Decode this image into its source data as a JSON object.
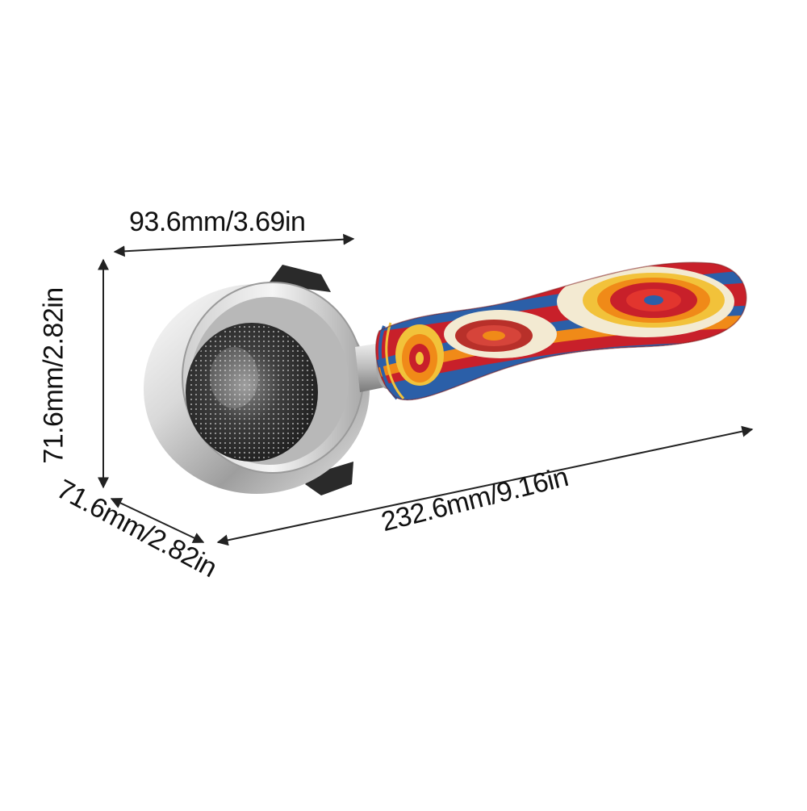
{
  "dimensions": {
    "top_width": "93.6mm/3.69in",
    "left_height": "71.6mm/2.82in",
    "depth": "71.6mm/2.82in",
    "length": "232.6mm/9.16in"
  },
  "colors": {
    "background": "#ffffff",
    "steel_light": "#f2f2f2",
    "steel_mid": "#bdbdbd",
    "steel_dark": "#4a4a4a",
    "wood_red": "#c8202a",
    "wood_orange": "#f08a18",
    "wood_yellow": "#f2c23a",
    "wood_blue": "#2b5fa8",
    "wood_cream": "#f3ead2"
  }
}
